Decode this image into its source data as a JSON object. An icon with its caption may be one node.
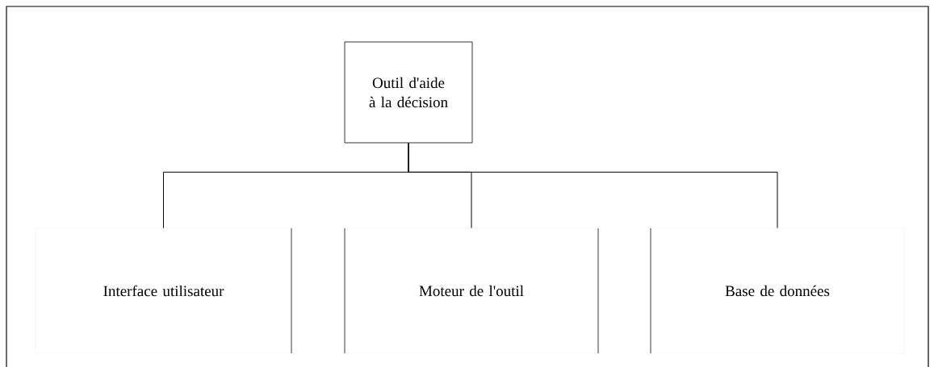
{
  "diagram": {
    "nodes": [
      {
        "text": [
          "Outil d'aide à la décision"
        ]
      },
      {
        "text": [
          "Interface utilisateur"
        ]
      },
      {
        "text": [
          "Moteur de l'outil"
        ]
      },
      {
        "text": [
          "Base de données"
        ]
      }
    ],
    "edges": [
      {
        "from": 0,
        "to": 1,
        "arrow": "none"
      },
      {
        "from": 0,
        "to": 2,
        "arrow": "none"
      },
      {
        "from": 0,
        "to": 3,
        "arrow": "none"
      }
    ]
  }
}
